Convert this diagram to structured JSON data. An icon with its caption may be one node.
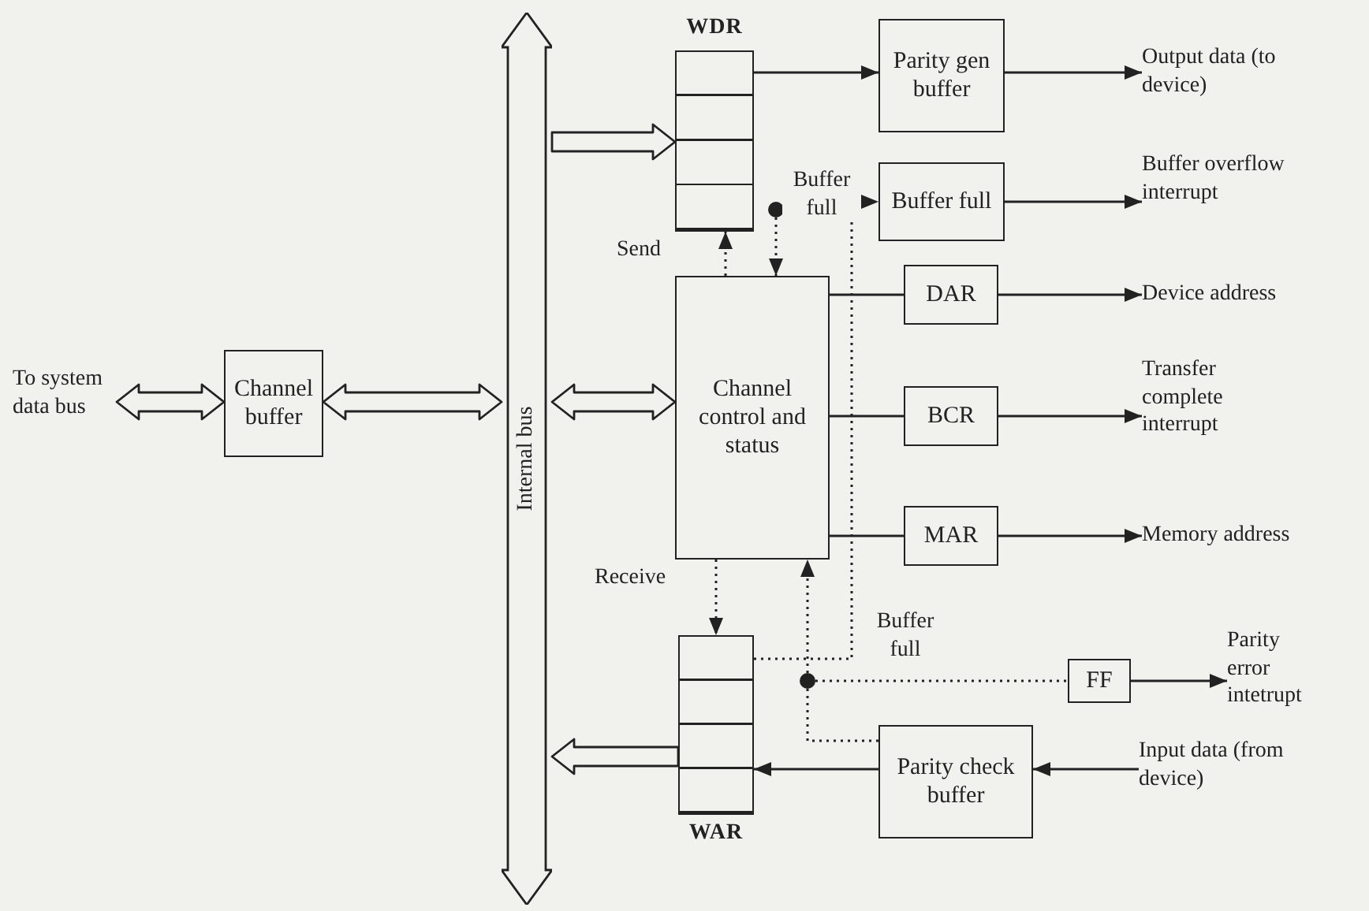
{
  "diagram": {
    "nodes": [
      {
        "text": [
          "To system data bus"
        ]
      },
      {
        "text": [
          "Channel buffer"
        ]
      },
      {
        "text": [
          "Internal bus"
        ]
      },
      {
        "text": [
          "WDR"
        ]
      },
      {
        "text": [
          "Parity gen buffer"
        ]
      },
      {
        "text": [
          "Output data (to device)"
        ]
      },
      {
        "text": [
          "Buffer full"
        ]
      },
      {
        "text": [
          "Buffer overflow interrupt"
        ]
      },
      {
        "text": [
          "Channel control and status"
        ]
      },
      {
        "text": [
          "DAR"
        ]
      },
      {
        "text": [
          "Device address"
        ]
      },
      {
        "text": [
          "BCR"
        ]
      },
      {
        "text": [
          "Transfer complete interrupt"
        ]
      },
      {
        "text": [
          "MAR"
        ]
      },
      {
        "text": [
          "Memory address"
        ]
      },
      {
        "text": [
          "WAR"
        ]
      },
      {
        "text": [
          "FF"
        ]
      },
      {
        "text": [
          "Parity error intetrupt"
        ]
      },
      {
        "text": [
          "Parity check buffer"
        ]
      },
      {
        "text": [
          "Input data (from device)"
        ]
      },
      {
        "text": [],
        "shape": "circle"
      },
      {
        "text": [],
        "shape": "circle"
      }
    ],
    "edges": [
      {
        "from": 0,
        "to": 1,
        "arrow": "both",
        "style": "thick"
      },
      {
        "from": 1,
        "to": 2,
        "arrow": "both",
        "style": "thick"
      },
      {
        "from": 2,
        "to": 3,
        "arrow": "to",
        "style": "thick"
      },
      {
        "from": 2,
        "to": 8,
        "arrow": "both",
        "style": "thick"
      },
      {
        "from": 15,
        "to": 2,
        "arrow": "to",
        "style": "thick"
      },
      {
        "from": 3,
        "to": 4,
        "arrow": "to"
      },
      {
        "from": 4,
        "to": 5,
        "arrow": "to"
      },
      {
        "from": 6,
        "to": 7,
        "arrow": "to"
      },
      {
        "from": 8,
        "to": 9,
        "arrow": "none"
      },
      {
        "from": 9,
        "to": 10,
        "arrow": "to"
      },
      {
        "from": 8,
        "to": 11,
        "arrow": "none"
      },
      {
        "from": 11,
        "to": 12,
        "arrow": "to"
      },
      {
        "from": 8,
        "to": 13,
        "arrow": "none"
      },
      {
        "from": 13,
        "to": 14,
        "arrow": "to"
      },
      {
        "from": 16,
        "to": 17,
        "arrow": "to"
      },
      {
        "from": 19,
        "to": 18,
        "arrow": "to"
      },
      {
        "from": 18,
        "to": 15,
        "arrow": "to"
      },
      {
        "from": 8,
        "to": 3,
        "arrow": "to",
        "style": "dashed",
        "label": "Send"
      },
      {
        "from": 8,
        "to": 15,
        "arrow": "to",
        "style": "dashed",
        "label": "Receive"
      },
      {
        "from": 20,
        "to": 8,
        "arrow": "to",
        "style": "dashed"
      },
      {
        "from": 21,
        "to": 8,
        "arrow": "to",
        "style": "dashed"
      },
      {
        "from": 21,
        "to": 16,
        "arrow": "none",
        "style": "dashed"
      },
      {
        "from": 18,
        "to": 21,
        "arrow": "none",
        "style": "dashed"
      },
      {
        "from": 15,
        "to": 6,
        "arrow": "to",
        "style": "dashed",
        "label": "Buffer full"
      }
    ],
    "labels": [
      "Buffer full"
    ]
  }
}
